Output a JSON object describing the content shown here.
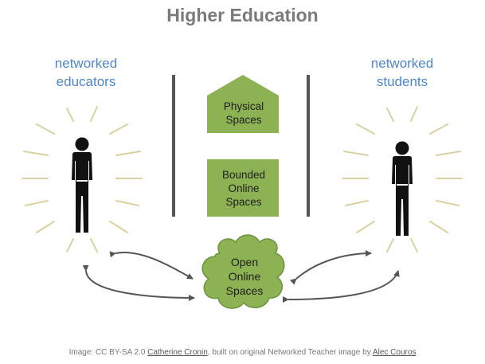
{
  "title": "Higher Education",
  "left_label": {
    "line1": "networked",
    "line2": "educators"
  },
  "right_label": {
    "line1": "networked",
    "line2": "students"
  },
  "physical_spaces": {
    "line1": "Physical",
    "line2": "Spaces"
  },
  "bounded_spaces": {
    "line1": "Bounded",
    "line2": "Online",
    "line3": "Spaces"
  },
  "open_spaces": {
    "line1": "Open",
    "line2": "Online",
    "line3": "Spaces"
  },
  "caption": {
    "prefix": "Image: CC BY-SA 2.0 ",
    "author_link": "Catherine Cronin",
    "middle": ", built on original Networked Teacher image by ",
    "original_link": "Alec Couros"
  },
  "colors": {
    "title": "#7a7a7a",
    "label": "#4f86c6",
    "shape_green": "#8db254",
    "ray": "#d8d2a2",
    "divider": "#555555",
    "arrow": "#555555"
  }
}
